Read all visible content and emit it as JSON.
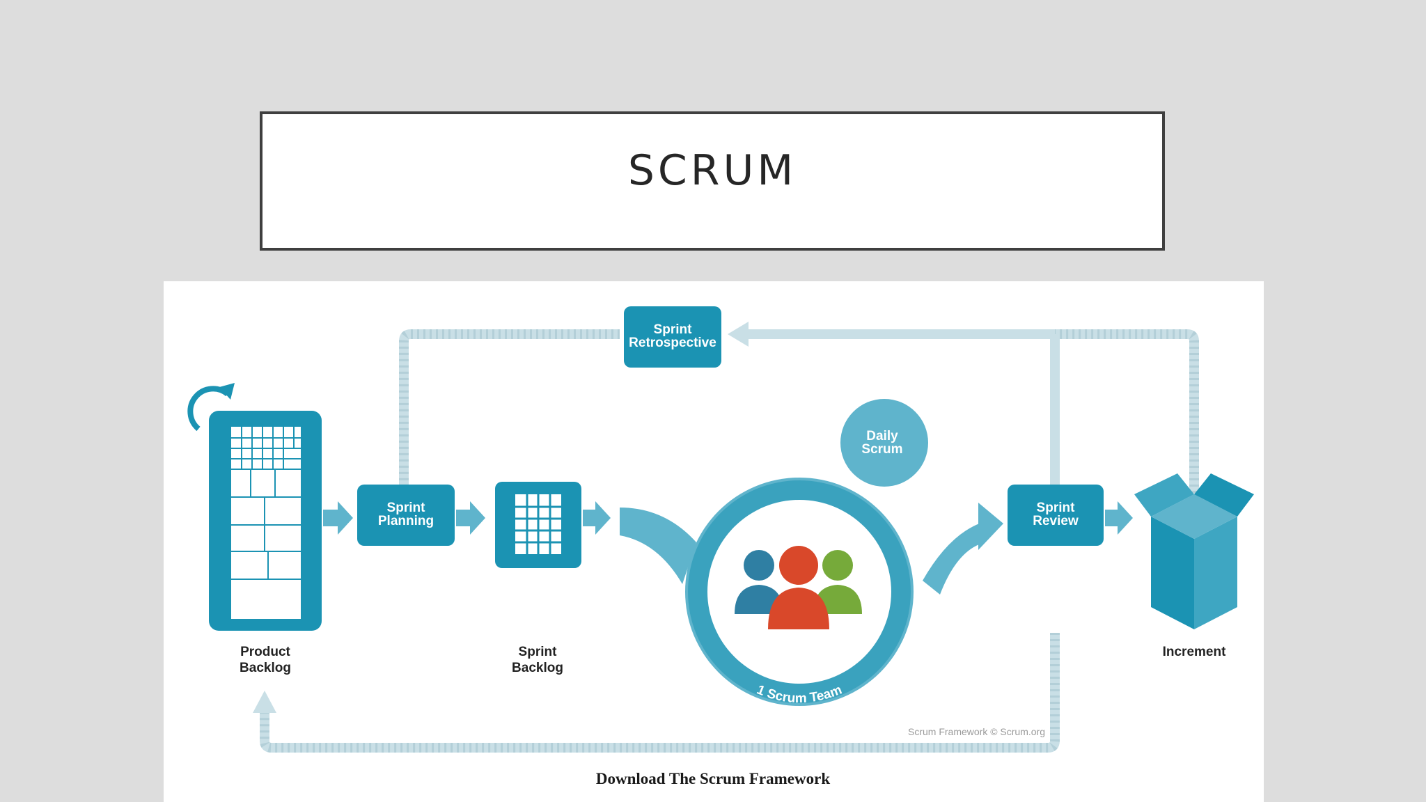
{
  "slide": {
    "title": "SCRUM"
  },
  "diagram": {
    "sprint_retrospective": [
      "Sprint",
      "Retrospective"
    ],
    "sprint_planning": [
      "Sprint",
      "Planning"
    ],
    "sprint_review": [
      "Sprint",
      "Review"
    ],
    "daily_scrum": [
      "Daily",
      "Scrum"
    ],
    "product_backlog": [
      "Product",
      "Backlog"
    ],
    "sprint_backlog": [
      "Sprint",
      "Backlog"
    ],
    "increment": "Increment",
    "scrum_team": "1 Scrum Team",
    "credit": "Scrum Framework © Scrum.org",
    "download": "Download The Scrum Framework"
  },
  "colors": {
    "primary": "#1b93b3",
    "light": "#5fb4cc",
    "pale": "#c9dfe6",
    "person_blue": "#2f7fa3",
    "person_red": "#d9482a",
    "person_green": "#76aa3a"
  }
}
